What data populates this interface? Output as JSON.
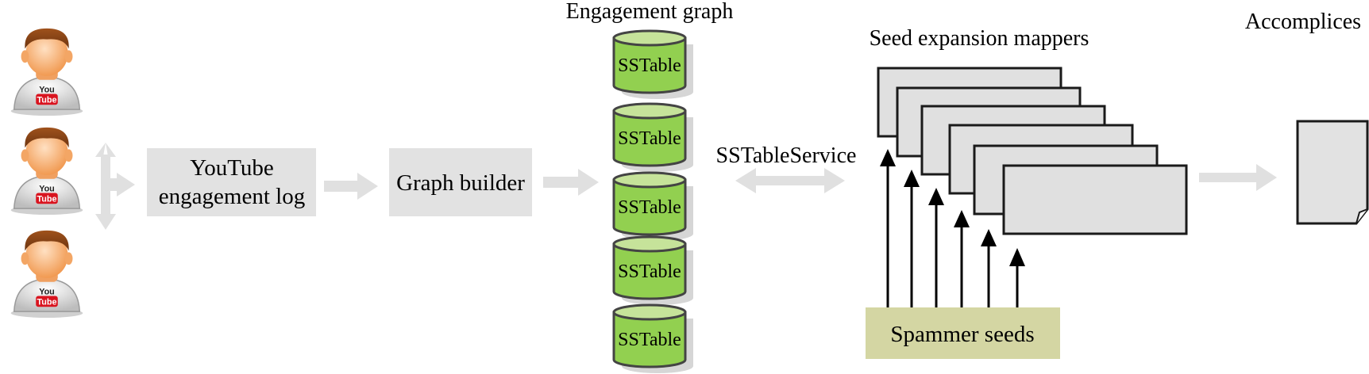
{
  "labels": {
    "engagement_log": [
      "YouTube",
      "engagement log"
    ],
    "graph_builder": "Graph builder",
    "engagement_graph": "Engagement graph",
    "sstable": "SSTable",
    "sstable_service": "SSTableService",
    "seed_expansion_mappers": "Seed expansion mappers",
    "spammer_seeds": "Spammer seeds",
    "accomplices": "Accomplices",
    "user_logo_top": "You",
    "user_logo_bottom": "Tube"
  },
  "users": [
    "user-1",
    "user-2",
    "user-3"
  ],
  "sstables": [
    "sstable-1",
    "sstable-2",
    "sstable-3",
    "sstable-4",
    "sstable-5"
  ],
  "colors": {
    "box_gray": "#e2e2e2",
    "arrow_gray": "#e0e0e0",
    "sstable_green": "#92d050",
    "sstable_top": "#c6e39a",
    "seed_box": "#d4d6a3",
    "mapper_fill": "#e0e0e0",
    "face": "#f4b183",
    "hair": "#8b4513",
    "youtube_red": "#d9141f"
  }
}
